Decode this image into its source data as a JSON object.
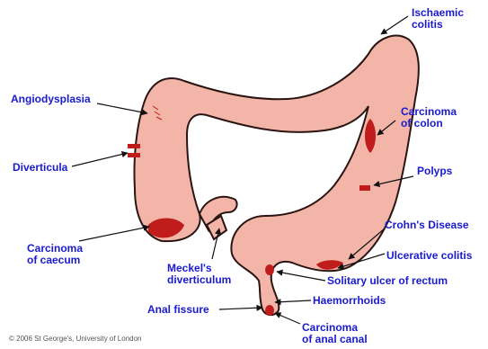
{
  "colors": {
    "organ_fill": "#f2b5a8",
    "organ_outline": "#2a1512",
    "lesion": "#c01c1c",
    "label_text": "#1a1ad0",
    "arrow": "#111111"
  },
  "labels": {
    "ischaemic_colitis": "Ischaemic\ncolitis",
    "angiodysplasia": "Angiodysplasia",
    "carcinoma_colon": "Carcinoma\nof colon",
    "diverticula": "Diverticula",
    "polyps": "Polyps",
    "crohns": "Crohn's Disease",
    "ulcerative_colitis": "Ulcerative colitis",
    "carcinoma_caecum": "Carcinoma\nof caecum",
    "meckels": "Meckel's\ndiverticulum",
    "solitary_ulcer": "Solitary ulcer of rectum",
    "haemorrhoids": "Haemorrhoids",
    "anal_fissure": "Anal fissure",
    "carcinoma_anal": "Carcinoma\nof anal canal"
  },
  "copyright": "© 2006 St George's, University of London"
}
